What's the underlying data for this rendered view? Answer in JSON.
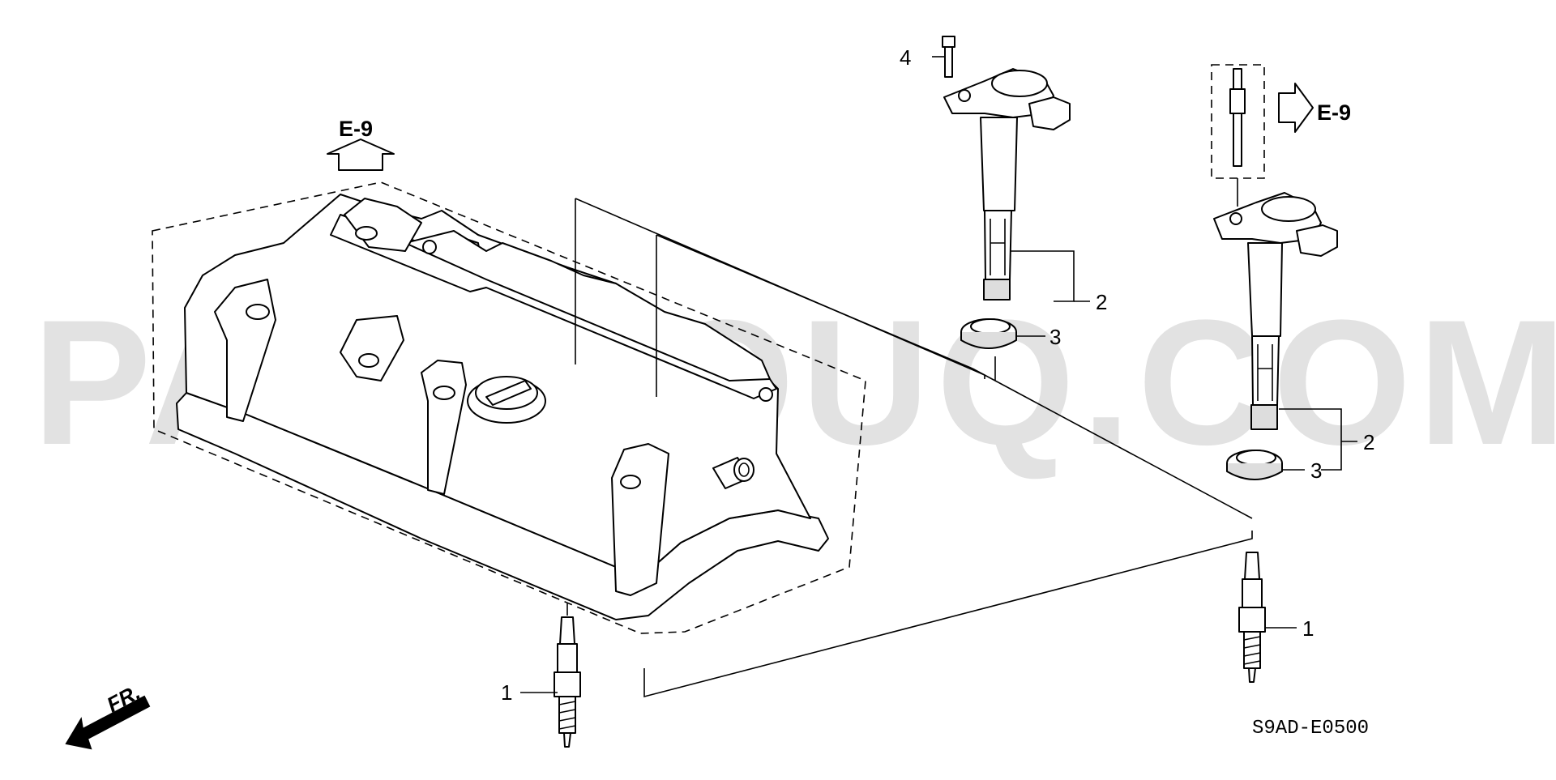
{
  "watermark": "PARTSOUQ.COM",
  "diagram_code": "S9AD-E0500",
  "front_marker": "FR.",
  "refs": {
    "left_top": "E-9",
    "right_top": "E-9"
  },
  "callouts": [
    {
      "id": "c4",
      "label": "4"
    },
    {
      "id": "c2a",
      "label": "2"
    },
    {
      "id": "c3a",
      "label": "3"
    },
    {
      "id": "c2b",
      "label": "2"
    },
    {
      "id": "c3b",
      "label": "3"
    },
    {
      "id": "c1a",
      "label": "1"
    },
    {
      "id": "c1b",
      "label": "1"
    }
  ]
}
